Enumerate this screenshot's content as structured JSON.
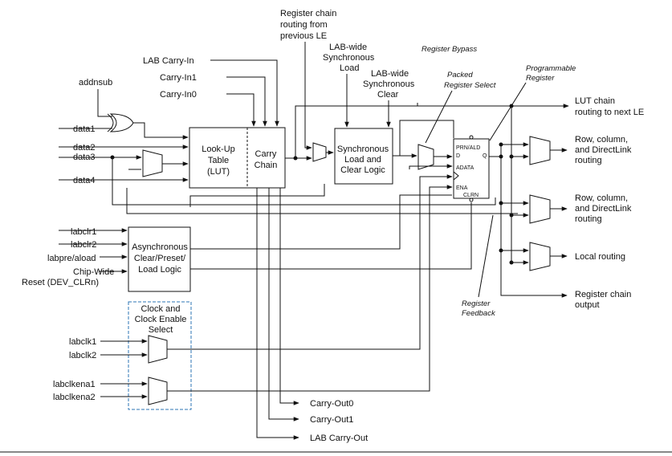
{
  "inputs": {
    "addnsub": "addnsub",
    "data1": "data1",
    "data2": "data2",
    "data3": "data3",
    "data4": "data4",
    "labclr1": "labclr1",
    "labclr2": "labclr2",
    "labpre_aload": "labpre/aload",
    "chipwide_1": "Chip-Wide",
    "chipwide_2": "Reset (DEV_CLRn)",
    "labclk1": "labclk1",
    "labclk2": "labclk2",
    "labclkena1": "labclkena1",
    "labclkena2": "labclkena2"
  },
  "carry_inputs": {
    "lab_carry_in": "LAB Carry-In",
    "carry_in1": "Carry-In1",
    "carry_in0": "Carry-In0"
  },
  "top_labels": {
    "reg_chain_routing_1": "Register chain",
    "reg_chain_routing_2": "routing from",
    "reg_chain_routing_3": "previous LE",
    "lab_sync_load_1": "LAB-wide",
    "lab_sync_load_2": "Synchronous",
    "lab_sync_load_3": "Load",
    "lab_sync_clear_1": "LAB-wide",
    "lab_sync_clear_2": "Synchronous",
    "lab_sync_clear_3": "Clear",
    "register_bypass": "Register Bypass",
    "packed_reg_1": "Packed",
    "packed_reg_2": "Register Select",
    "programmable_1": "Programmable",
    "programmable_2": "Register",
    "register_feedback_1": "Register",
    "register_feedback_2": "Feedback"
  },
  "blocks": {
    "lut_1": "Look-Up",
    "lut_2": "Table",
    "lut_3": "(LUT)",
    "carry_1": "Carry",
    "carry_2": "Chain",
    "sync_1": "Synchronous",
    "sync_2": "Load and",
    "sync_3": "Clear Logic",
    "async_1": "Asynchronous",
    "async_2": "Clear/Preset/",
    "async_3": "Load Logic",
    "clk_sel_1": "Clock and",
    "clk_sel_2": "Clock Enable",
    "clk_sel_3": "Select"
  },
  "register_pins": {
    "prn_ald": "PRN/ALD",
    "d": "D",
    "q": "Q",
    "adata": "ADATA",
    "ena": "ENA",
    "clrn": "CLRN"
  },
  "outputs": {
    "lut_chain_1": "LUT chain",
    "lut_chain_2": "routing to next LE",
    "row1_1": "Row, column,",
    "row1_2": "and DirectLink",
    "row1_3": "routing",
    "row2_1": "Row, column,",
    "row2_2": "and DirectLink",
    "row2_3": "routing",
    "local": "Local routing",
    "reg_chain_out_1": "Register chain",
    "reg_chain_out_2": "output",
    "carry_out0": "Carry-Out0",
    "carry_out1": "Carry-Out1",
    "lab_carry_out": "LAB Carry-Out"
  }
}
